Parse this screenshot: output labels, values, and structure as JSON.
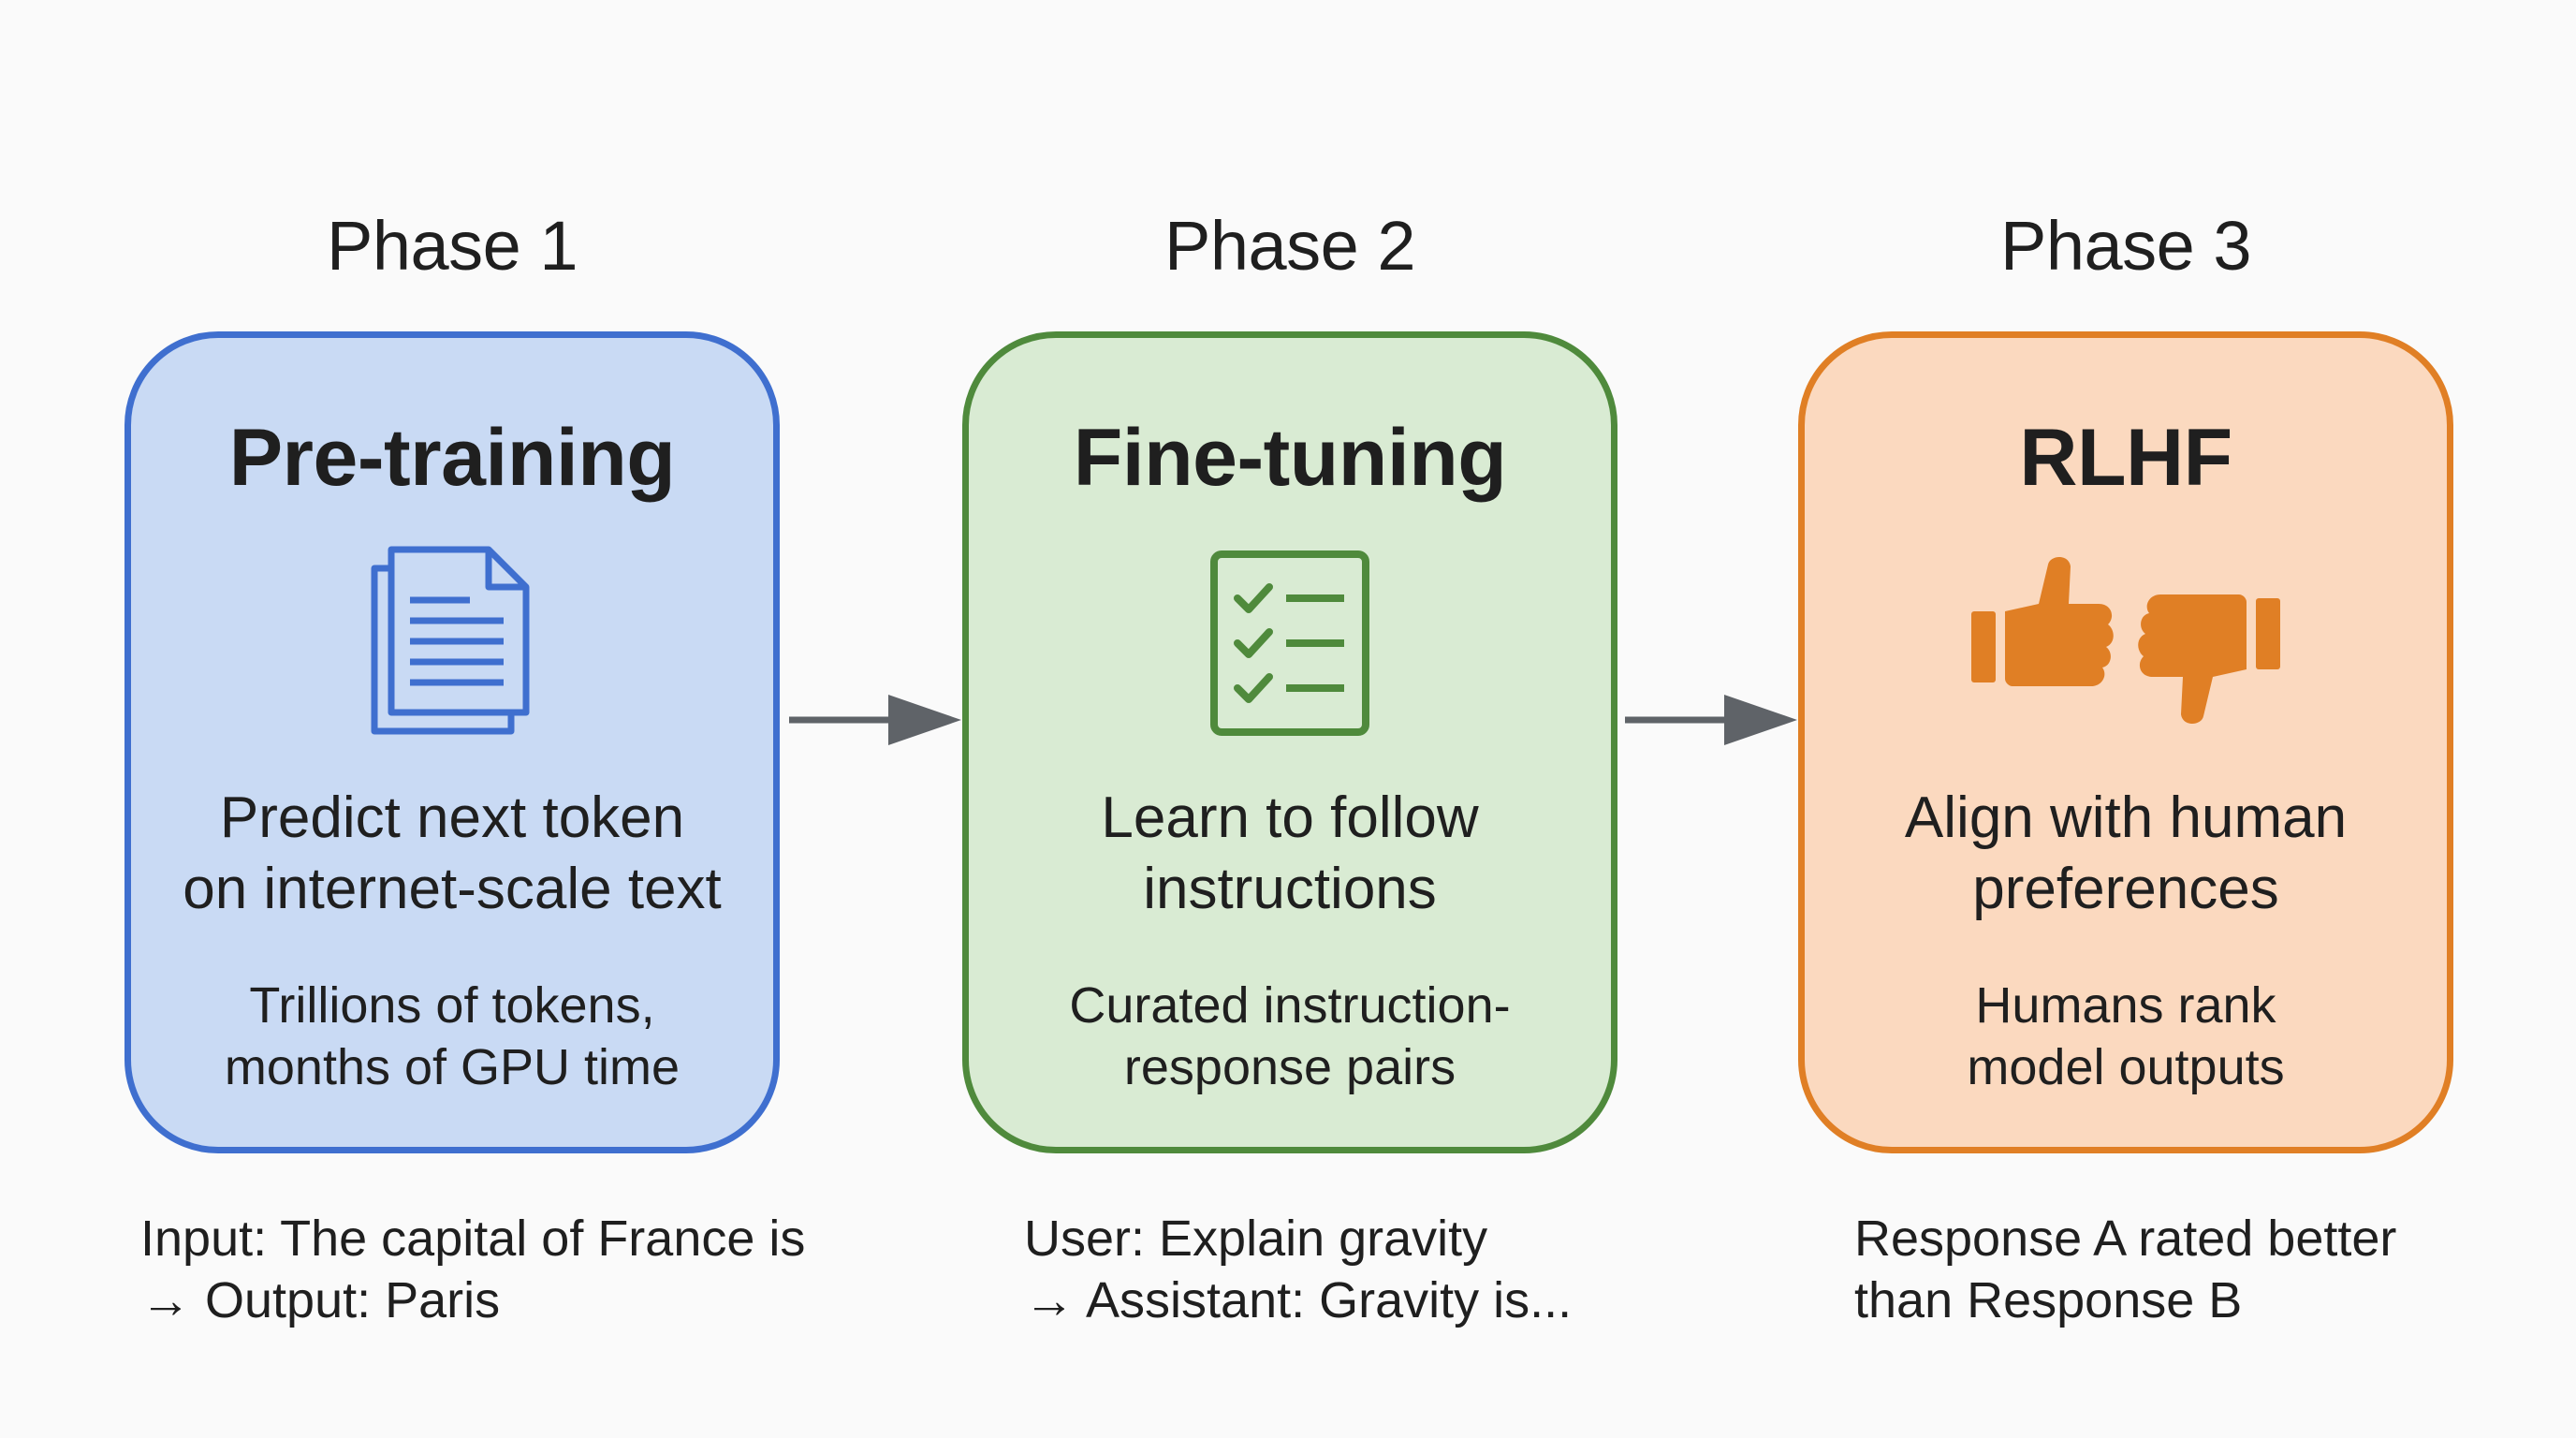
{
  "phases": [
    {
      "label": "Phase 1",
      "title": "Pre-training",
      "icon": "document-icon",
      "description": [
        "Predict next token",
        "on internet-scale text"
      ],
      "detail": [
        "Trillions of tokens,",
        "months of GPU time"
      ],
      "example": [
        "Input: The capital of France is",
        "→ Output: Paris"
      ],
      "colors": {
        "fill": "#c9daf4",
        "border": "#3f6fcf"
      }
    },
    {
      "label": "Phase 2",
      "title": "Fine-tuning",
      "icon": "checklist-icon",
      "description": [
        "Learn to follow",
        "instructions"
      ],
      "detail": [
        "Curated instruction-",
        "response pairs"
      ],
      "example": [
        "User: Explain gravity",
        "→ Assistant: Gravity is..."
      ],
      "colors": {
        "fill": "#d9ebd3",
        "border": "#4f8a3c"
      }
    },
    {
      "label": "Phase 3",
      "title": "RLHF",
      "icon": "thumbs-up-down-icon",
      "description": [
        "Align with human",
        "preferences"
      ],
      "detail": [
        "Humans rank",
        "model outputs"
      ],
      "example": [
        "Response A rated better",
        "than Response B"
      ],
      "colors": {
        "fill": "#fbd9bf",
        "border": "#e07f25"
      }
    }
  ],
  "arrow_color": "#5f6368"
}
